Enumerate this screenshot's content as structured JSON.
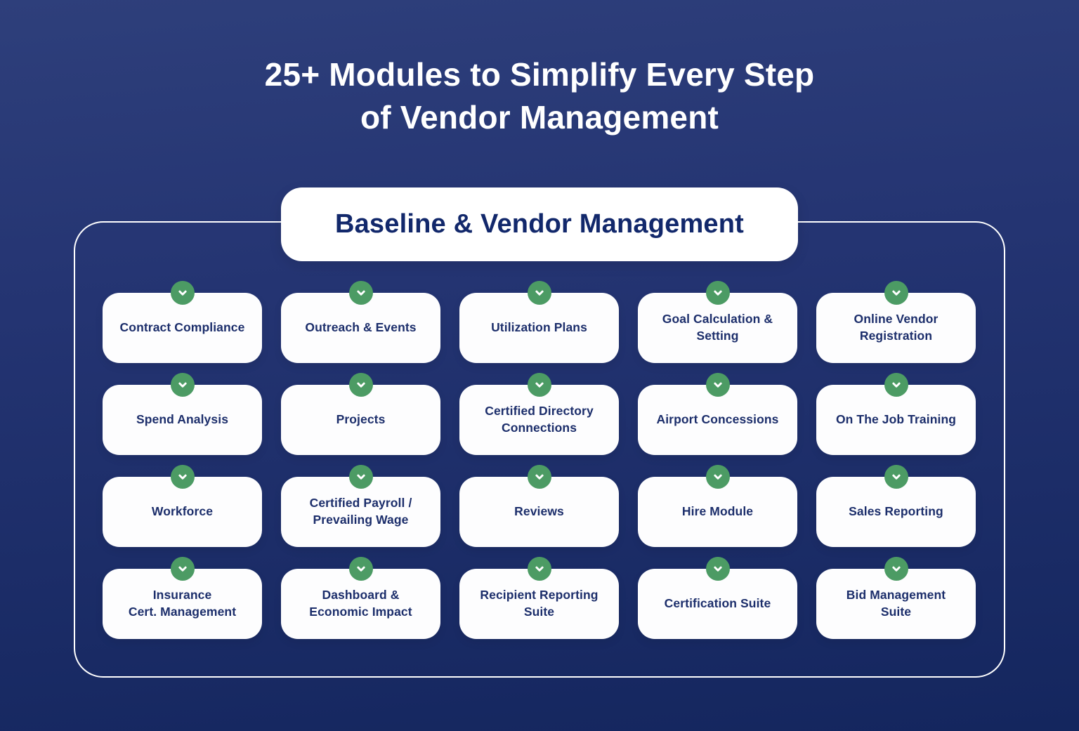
{
  "page": {
    "title": "25+ Modules to Simplify Every Step\nof Vendor Management"
  },
  "section": {
    "header": "Baseline & Vendor Management",
    "modules": [
      {
        "label": "Contract Compliance",
        "icon": "chevron-down-icon"
      },
      {
        "label": "Outreach & Events",
        "icon": "chevron-down-icon"
      },
      {
        "label": "Utilization Plans",
        "icon": "chevron-down-icon"
      },
      {
        "label": "Goal Calculation &\nSetting",
        "icon": "chevron-down-icon"
      },
      {
        "label": "Online Vendor\nRegistration",
        "icon": "chevron-down-icon"
      },
      {
        "label": "Spend Analysis",
        "icon": "chevron-down-icon"
      },
      {
        "label": "Projects",
        "icon": "chevron-down-icon"
      },
      {
        "label": "Certified Directory\nConnections",
        "icon": "chevron-down-icon"
      },
      {
        "label": "Airport Concessions",
        "icon": "chevron-down-icon"
      },
      {
        "label": "On The Job Training",
        "icon": "chevron-down-icon"
      },
      {
        "label": "Workforce",
        "icon": "chevron-down-icon"
      },
      {
        "label": "Certified Payroll /\nPrevailing Wage",
        "icon": "chevron-down-icon"
      },
      {
        "label": "Reviews",
        "icon": "chevron-down-icon"
      },
      {
        "label": "Hire Module",
        "icon": "chevron-down-icon"
      },
      {
        "label": "Sales Reporting",
        "icon": "chevron-down-icon"
      },
      {
        "label": "Insurance\nCert. Management",
        "icon": "chevron-down-icon"
      },
      {
        "label": "Dashboard &\nEconomic Impact",
        "icon": "chevron-down-icon"
      },
      {
        "label": "Recipient Reporting\nSuite",
        "icon": "chevron-down-icon"
      },
      {
        "label": "Certification Suite",
        "icon": "chevron-down-icon"
      },
      {
        "label": "Bid Management\nSuite",
        "icon": "chevron-down-icon"
      }
    ]
  },
  "colors": {
    "background_top": "#2E3F7B",
    "background_bottom": "#14265E",
    "card_background": "#FFFFFF",
    "frame_border": "#FFFFFF",
    "title_text": "#FFFFFF",
    "header_text": "#12286B",
    "card_text": "#1C2E6B",
    "badge_green": "#4C9B64",
    "badge_glyph": "#FFFFFF"
  }
}
